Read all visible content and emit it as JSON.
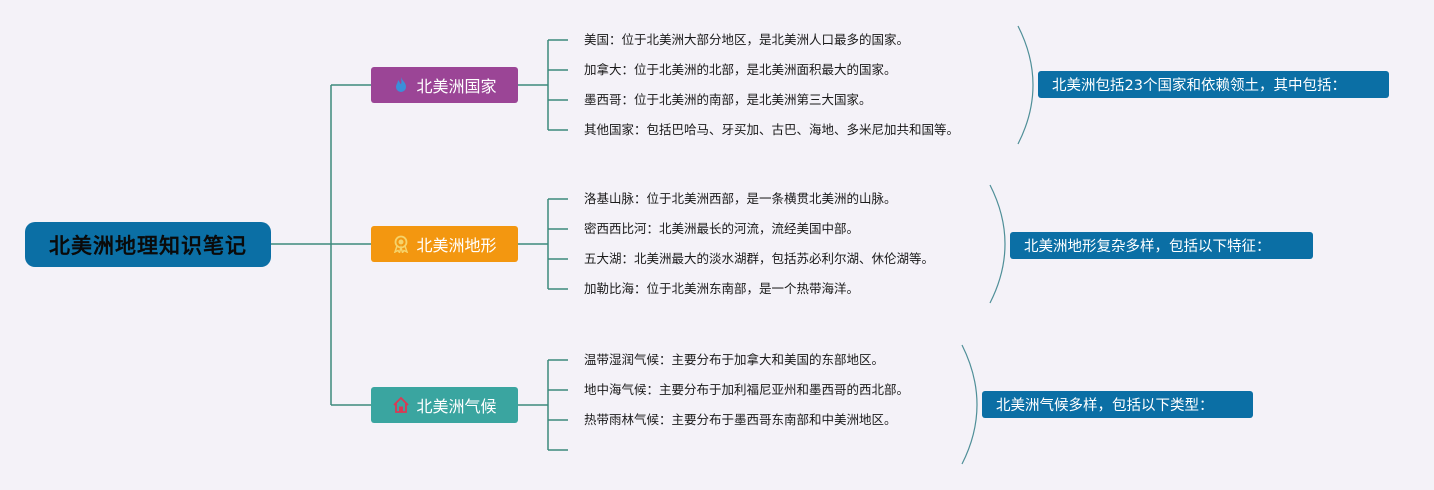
{
  "title": "北美洲地理知识笔记",
  "colors": {
    "root": "#0b6fa5",
    "line": "#3d8a7c",
    "bracket": "#4f8f98",
    "summary": "#0b6fa5"
  },
  "branches": [
    {
      "label": "北美洲国家",
      "icon": "fire-icon",
      "color": "#9b4596",
      "items": [
        "美国：位于北美洲大部分地区，是北美洲人口最多的国家。",
        "加拿大：位于北美洲的北部，是北美洲面积最大的国家。",
        "墨西哥：位于北美洲的南部，是北美洲第三大国家。",
        "其他国家：包括巴哈马、牙买加、古巴、海地、多米尼加共和国等。"
      ],
      "summary": "北美洲包括23个国家和依赖领土，其中包括："
    },
    {
      "label": "北美洲地形",
      "icon": "award-icon",
      "color": "#f39710",
      "items": [
        "洛基山脉：位于北美洲西部，是一条横贯北美洲的山脉。",
        "密西西比河：北美洲最长的河流，流经美国中部。",
        "五大湖：北美洲最大的淡水湖群，包括苏必利尔湖、休伦湖等。",
        "加勒比海：位于北美洲东南部，是一个热带海洋。"
      ],
      "summary": "北美洲地形复杂多样，包括以下特征："
    },
    {
      "label": "北美洲气候",
      "icon": "house-icon",
      "color": "#3aa5a0",
      "items": [
        "温带湿润气候：主要分布于加拿大和美国的东部地区。",
        "地中海气候：主要分布于加利福尼亚州和墨西哥的西北部。",
        "热带雨林气候：主要分布于墨西哥东南部和中美洲地区。",
        ""
      ],
      "summary": "北美洲气候多样，包括以下类型："
    }
  ]
}
